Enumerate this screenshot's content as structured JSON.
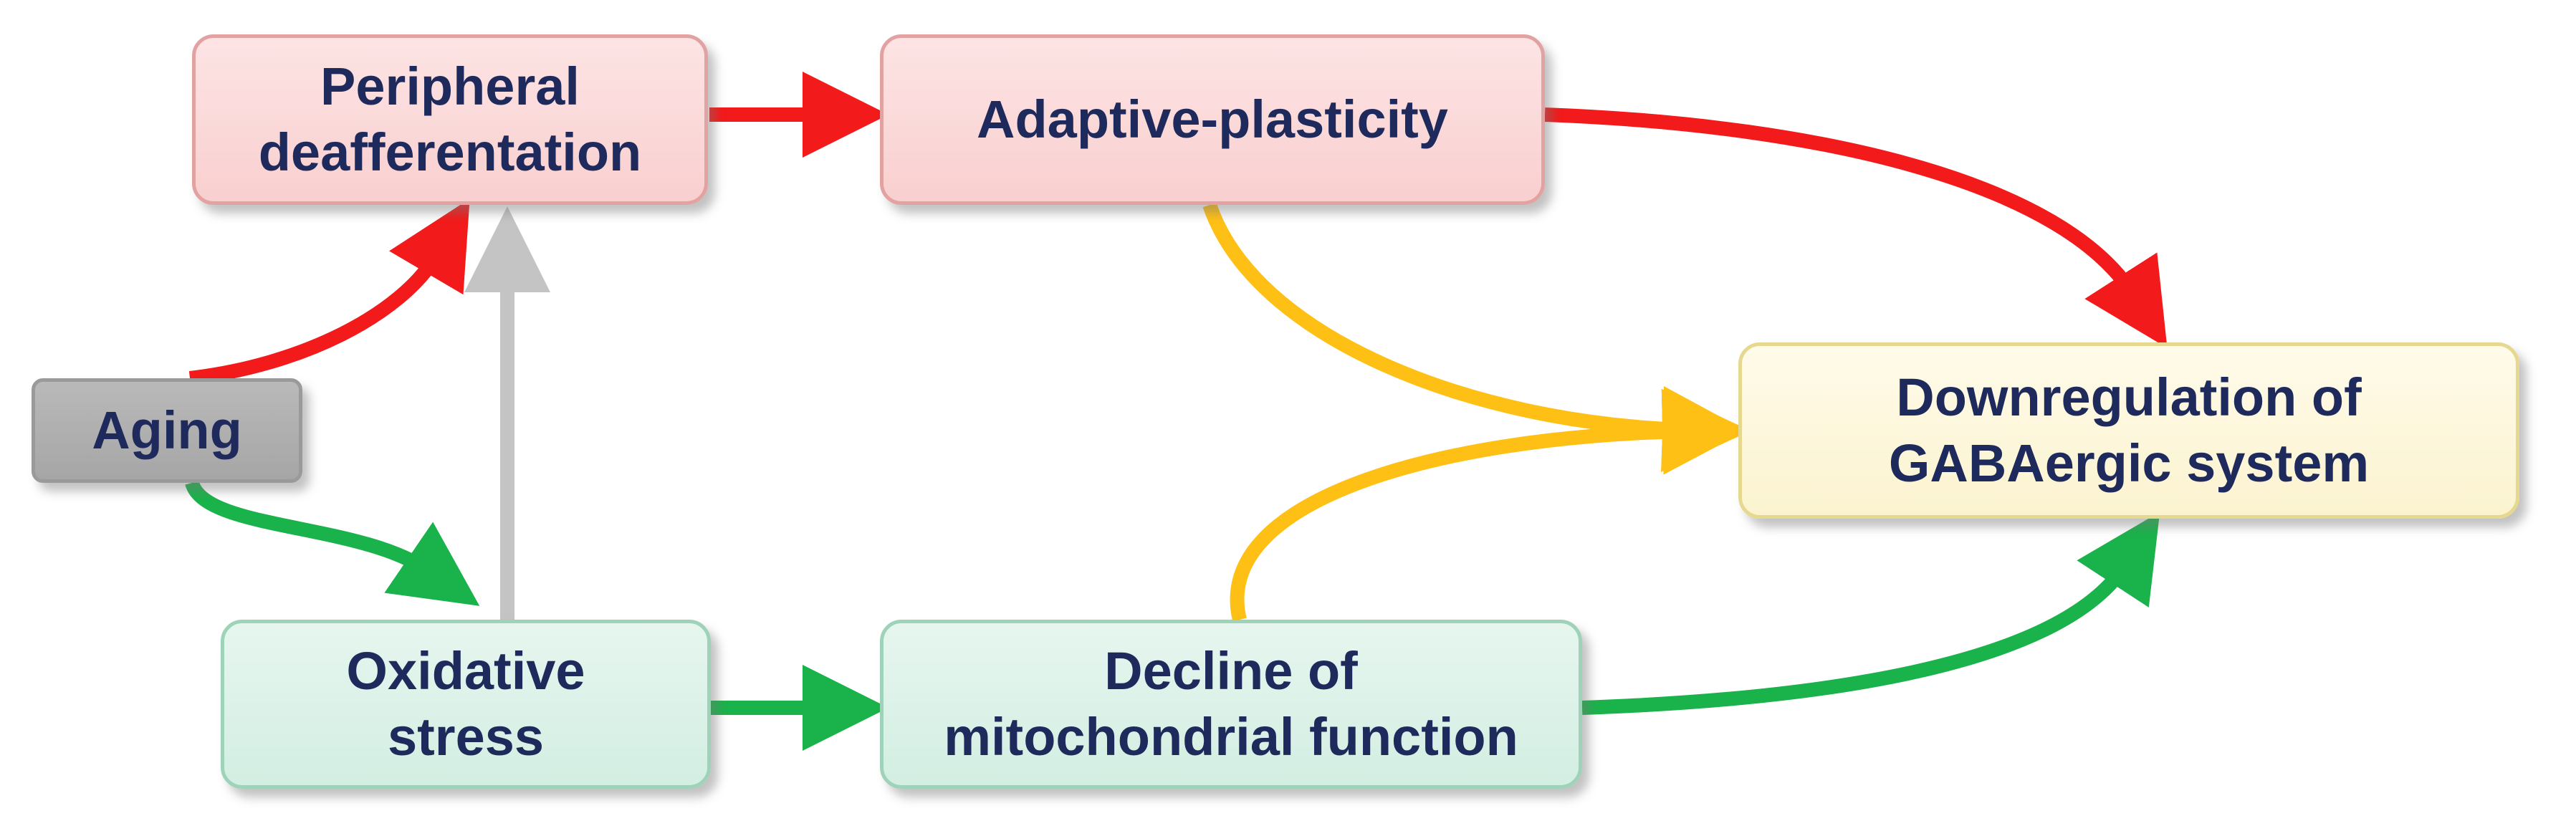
{
  "colors": {
    "red": "#f21a1a",
    "green": "#1ab24a",
    "yellow": "#ffc015",
    "gray": "#c4c4c4",
    "text": "#1f2a5c"
  },
  "nodes": {
    "peripheral": "Peripheral\ndeafferentation",
    "adaptive": "Adaptive-plasticity",
    "aging": "Aging",
    "downregulation": "Downregulation of\nGABAergic system",
    "oxidative": "Oxidative\nstress",
    "decline": "Decline of\nmitochondrial function"
  },
  "edges": [
    {
      "from": "aging",
      "to": "peripheral",
      "color": "red"
    },
    {
      "from": "peripheral",
      "to": "adaptive",
      "color": "red"
    },
    {
      "from": "adaptive",
      "to": "downregulation",
      "color": "red"
    },
    {
      "from": "aging",
      "to": "oxidative",
      "color": "green"
    },
    {
      "from": "oxidative",
      "to": "peripheral",
      "color": "gray"
    },
    {
      "from": "oxidative",
      "to": "decline",
      "color": "green"
    },
    {
      "from": "decline",
      "to": "downregulation",
      "color": "green"
    },
    {
      "from": "adaptive",
      "to": "downregulation",
      "color": "yellow"
    },
    {
      "from": "decline",
      "to": "downregulation",
      "color": "yellow"
    }
  ]
}
